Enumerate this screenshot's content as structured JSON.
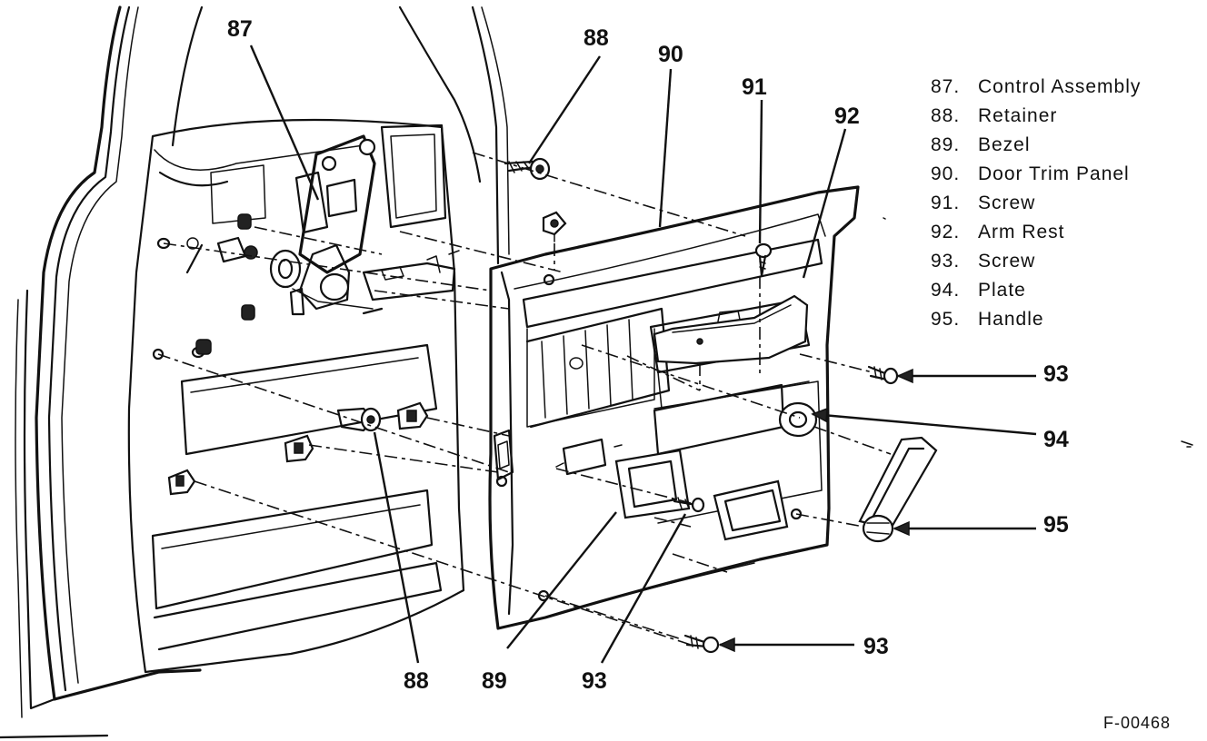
{
  "callouts": {
    "c87": "87",
    "c88_top": "88",
    "c90": "90",
    "c91": "91",
    "c92": "92",
    "c93_right": "93",
    "c94": "94",
    "c95": "95",
    "c93_bottom_right": "93",
    "c88_bottom": "88",
    "c89": "89",
    "c93_bottom": "93"
  },
  "legend": [
    {
      "num": "87.",
      "name": "Control Assembly"
    },
    {
      "num": "88.",
      "name": "Retainer"
    },
    {
      "num": "89.",
      "name": "Bezel"
    },
    {
      "num": "90.",
      "name": "Door Trim Panel"
    },
    {
      "num": "91.",
      "name": "Screw"
    },
    {
      "num": "92.",
      "name": "Arm Rest"
    },
    {
      "num": "93.",
      "name": "Screw"
    },
    {
      "num": "94.",
      "name": "Plate"
    },
    {
      "num": "95.",
      "name": "Handle"
    }
  ],
  "figure_id": "F-00468",
  "colors": {
    "ink": "#111111",
    "paper": "#ffffff"
  }
}
